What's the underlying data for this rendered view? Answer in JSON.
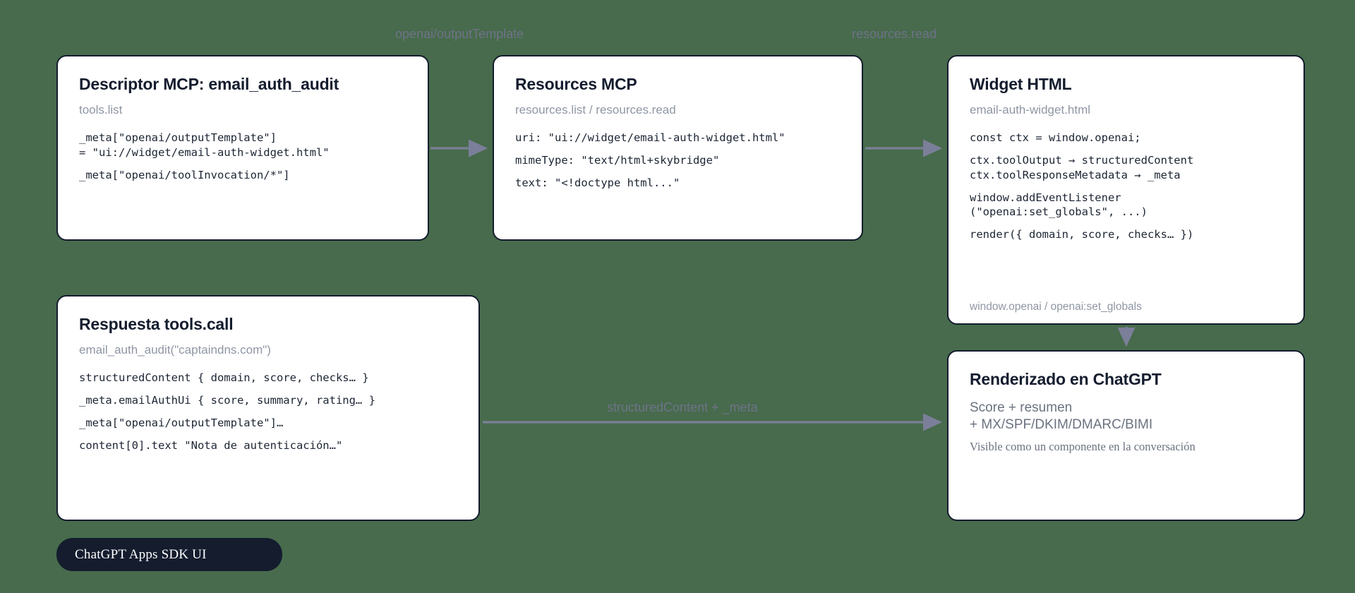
{
  "background_color": "#476b4c",
  "accent_colors": {
    "card_border": "#141c2e",
    "card_fill": "#ffffff",
    "arrow": "#7b7f99",
    "muted_text": "#8f96a3",
    "edge_label": "#6f7289",
    "badge_fill": "#141c2e"
  },
  "edges": [
    {
      "id": "e1",
      "label": "openai/outputTemplate"
    },
    {
      "id": "e2",
      "label": "resources.read"
    },
    {
      "id": "e3",
      "label": "structuredContent + _meta"
    },
    {
      "id": "e4",
      "label": ""
    }
  ],
  "cards": {
    "descriptor": {
      "title": "Descriptor MCP: email_auth_audit",
      "subtitle": "tools.list",
      "lines": [
        "_meta[\"openai/outputTemplate\"]",
        "= \"ui://widget/email-auth-widget.html\"",
        "_meta[\"openai/toolInvocation/*\"]"
      ]
    },
    "resources": {
      "title": "Resources MCP",
      "subtitle": "resources.list / resources.read",
      "lines": [
        "uri: \"ui://widget/email-auth-widget.html\"",
        "mimeType: \"text/html+skybridge\"",
        "text: \"<!doctype html...\""
      ]
    },
    "widget": {
      "title": "Widget HTML",
      "subtitle": "email-auth-widget.html",
      "lines": [
        "const ctx = window.openai;",
        "ctx.toolOutput → structuredContent",
        "ctx.toolResponseMetadata → _meta",
        "window.addEventListener",
        "(\"openai:set_globals\", ...)",
        "render({ domain, score, checks… })"
      ],
      "footnote": "window.openai / openai:set_globals"
    },
    "response": {
      "title": "Respuesta tools.call",
      "subtitle": "email_auth_audit(\"captaindns.com\")",
      "lines": [
        "structuredContent { domain, score, checks… }",
        "_meta.emailAuthUi { score, summary, rating… }",
        "_meta[\"openai/outputTemplate\"]…",
        "content[0].text \"Nota de autenticación…\""
      ]
    },
    "rendered": {
      "title": "Renderizado en ChatGPT",
      "lines": [
        "Score + resumen",
        "+ MX/SPF/DKIM/DMARC/BIMI"
      ],
      "note": "Visible como un componente en la conversación"
    }
  },
  "footer": {
    "badge_label": "ChatGPT Apps SDK UI"
  }
}
